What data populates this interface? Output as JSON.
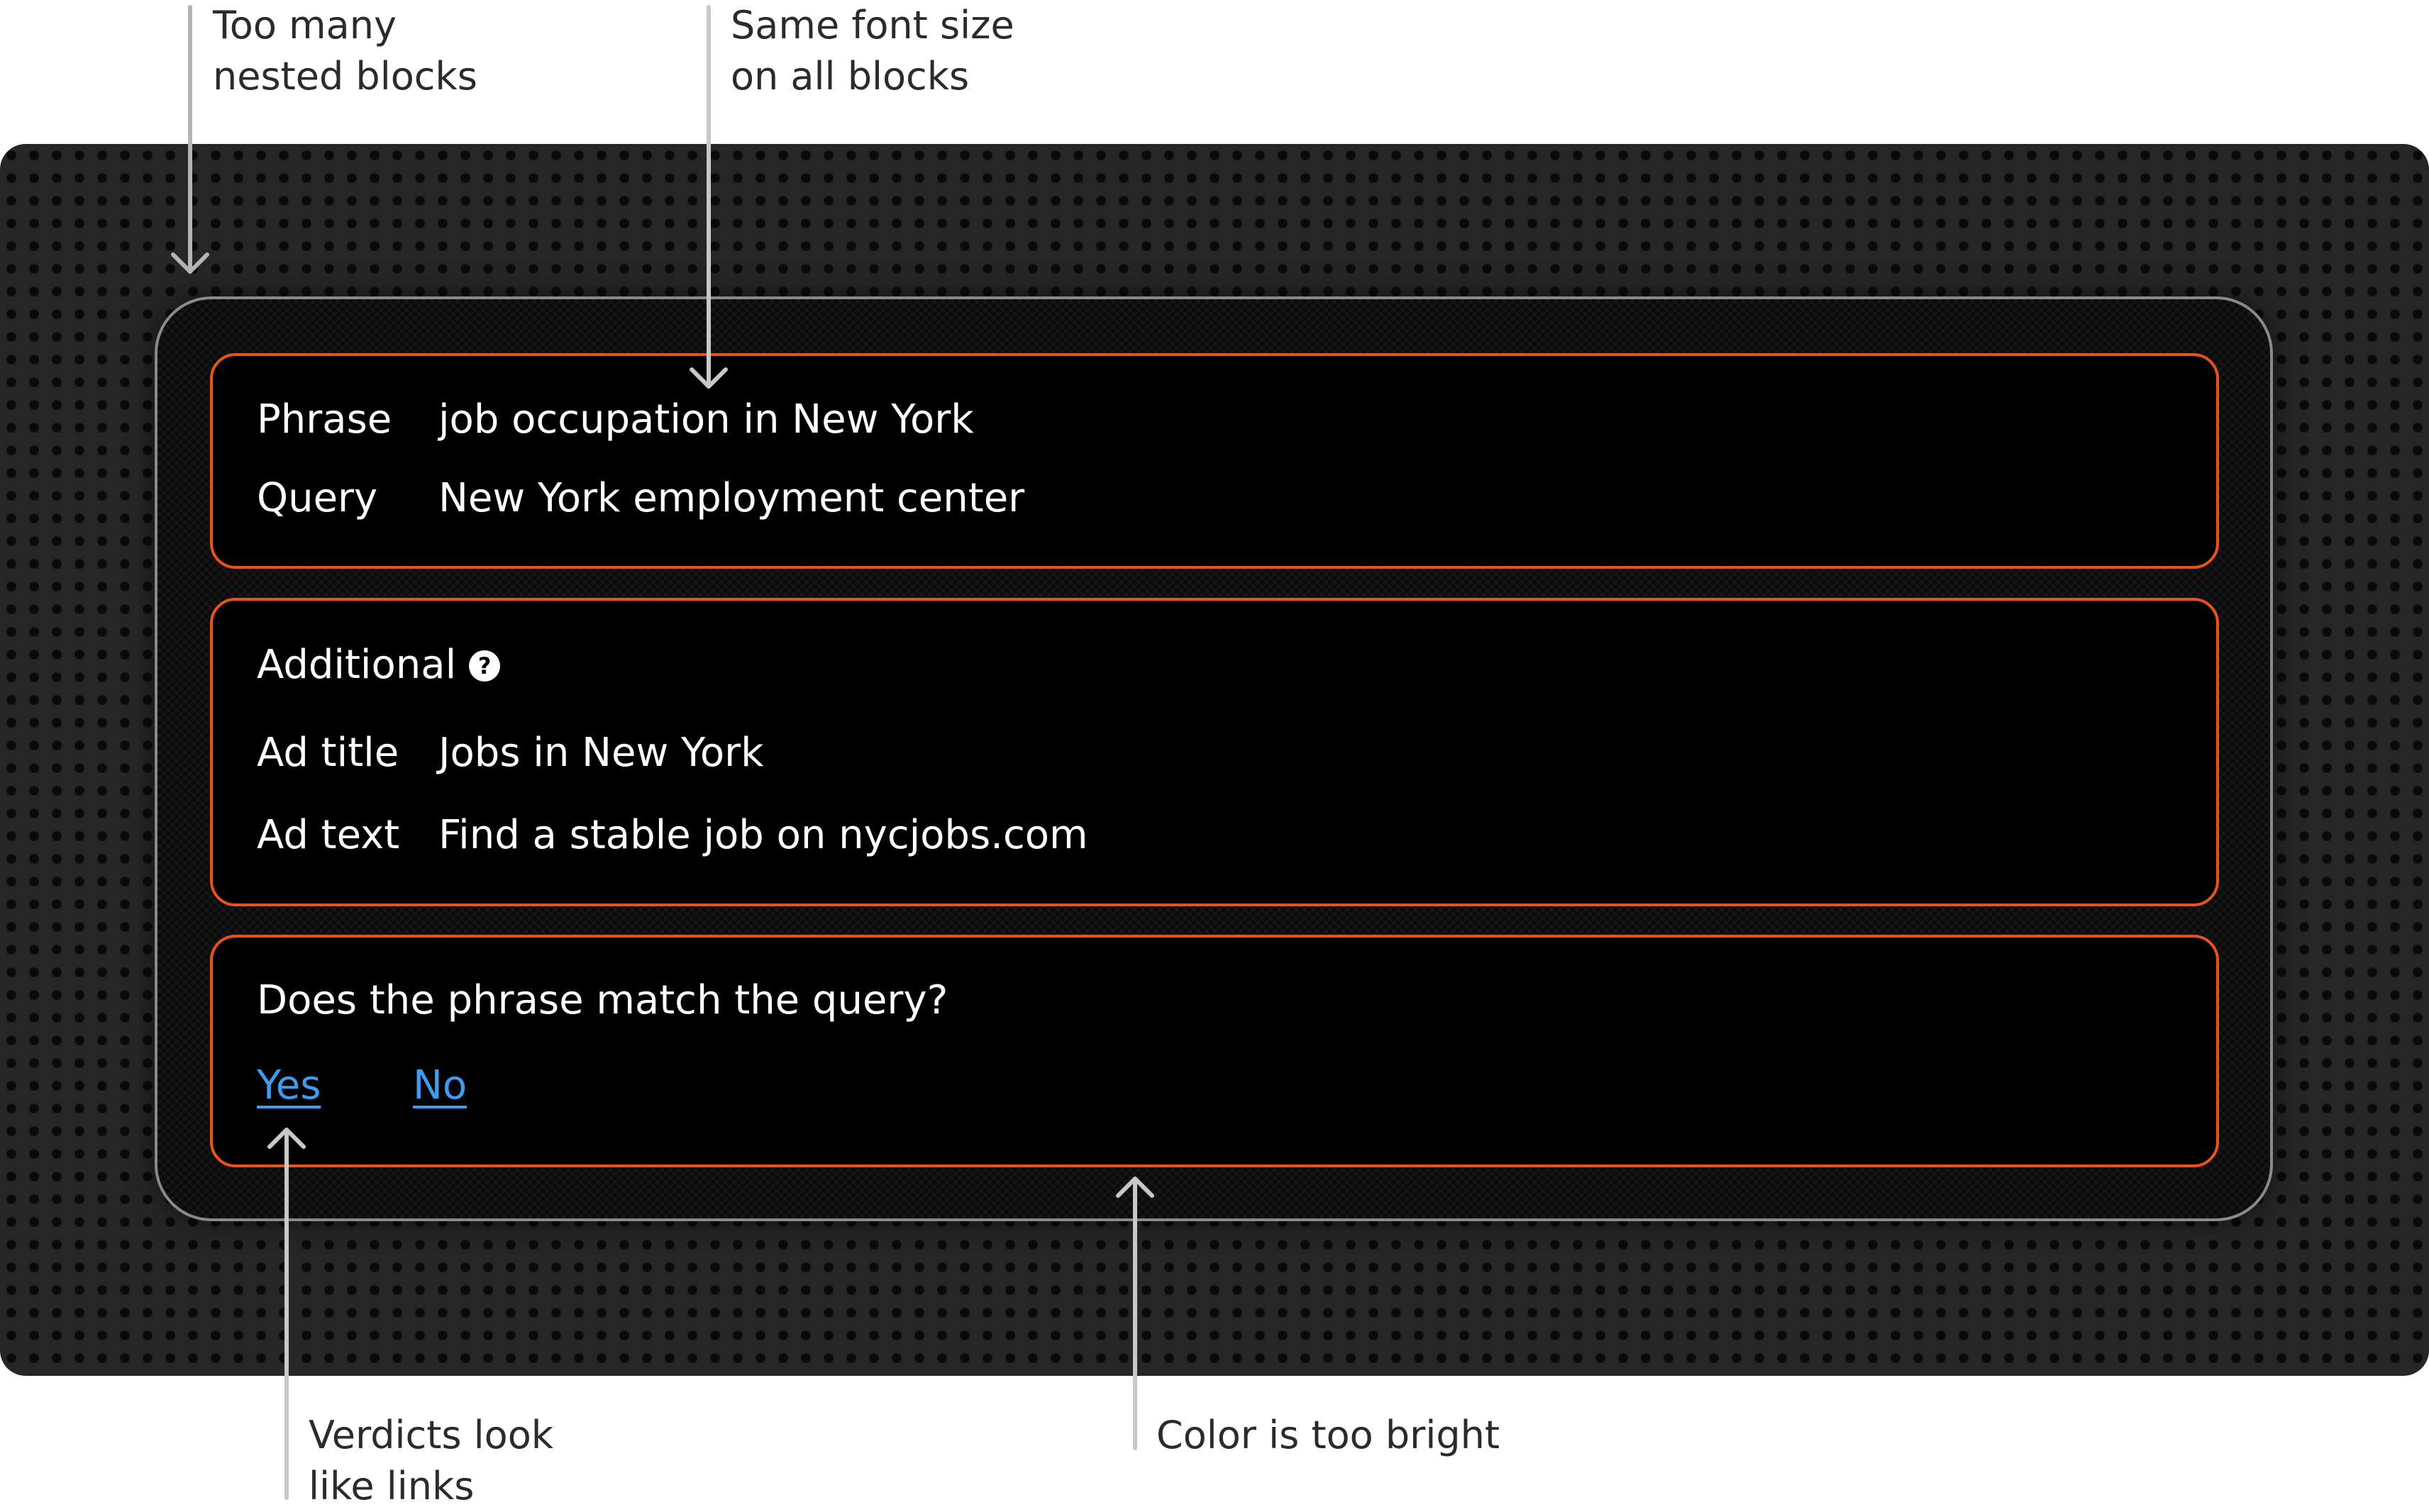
{
  "annotations": {
    "nested": "Too many\nnested blocks",
    "font_size": "Same font size\non all blocks",
    "verdicts": "Verdicts look\nlike links",
    "color": "Color is too bright"
  },
  "task": {
    "phrase_label": "Phrase",
    "phrase_value": "job occupation in New York",
    "query_label": "Query",
    "query_value": "New York employment center",
    "additional_title": "Additional",
    "help_glyph": "?",
    "ad_title_label": "Ad title",
    "ad_title_value": "Jobs in New York",
    "ad_text_label": "Ad text",
    "ad_text_value": "Find a stable job on nycjobs.com",
    "question": "Does the phrase match the query?",
    "yes_label": "Yes",
    "no_label": "No"
  },
  "colors": {
    "accent_border": "#e8531c",
    "link": "#3d9bf0",
    "background": "#262626",
    "block_bg": "#000000"
  },
  "icons": [
    "down-arrow-icon",
    "up-arrow-icon",
    "question-circle-icon"
  ]
}
